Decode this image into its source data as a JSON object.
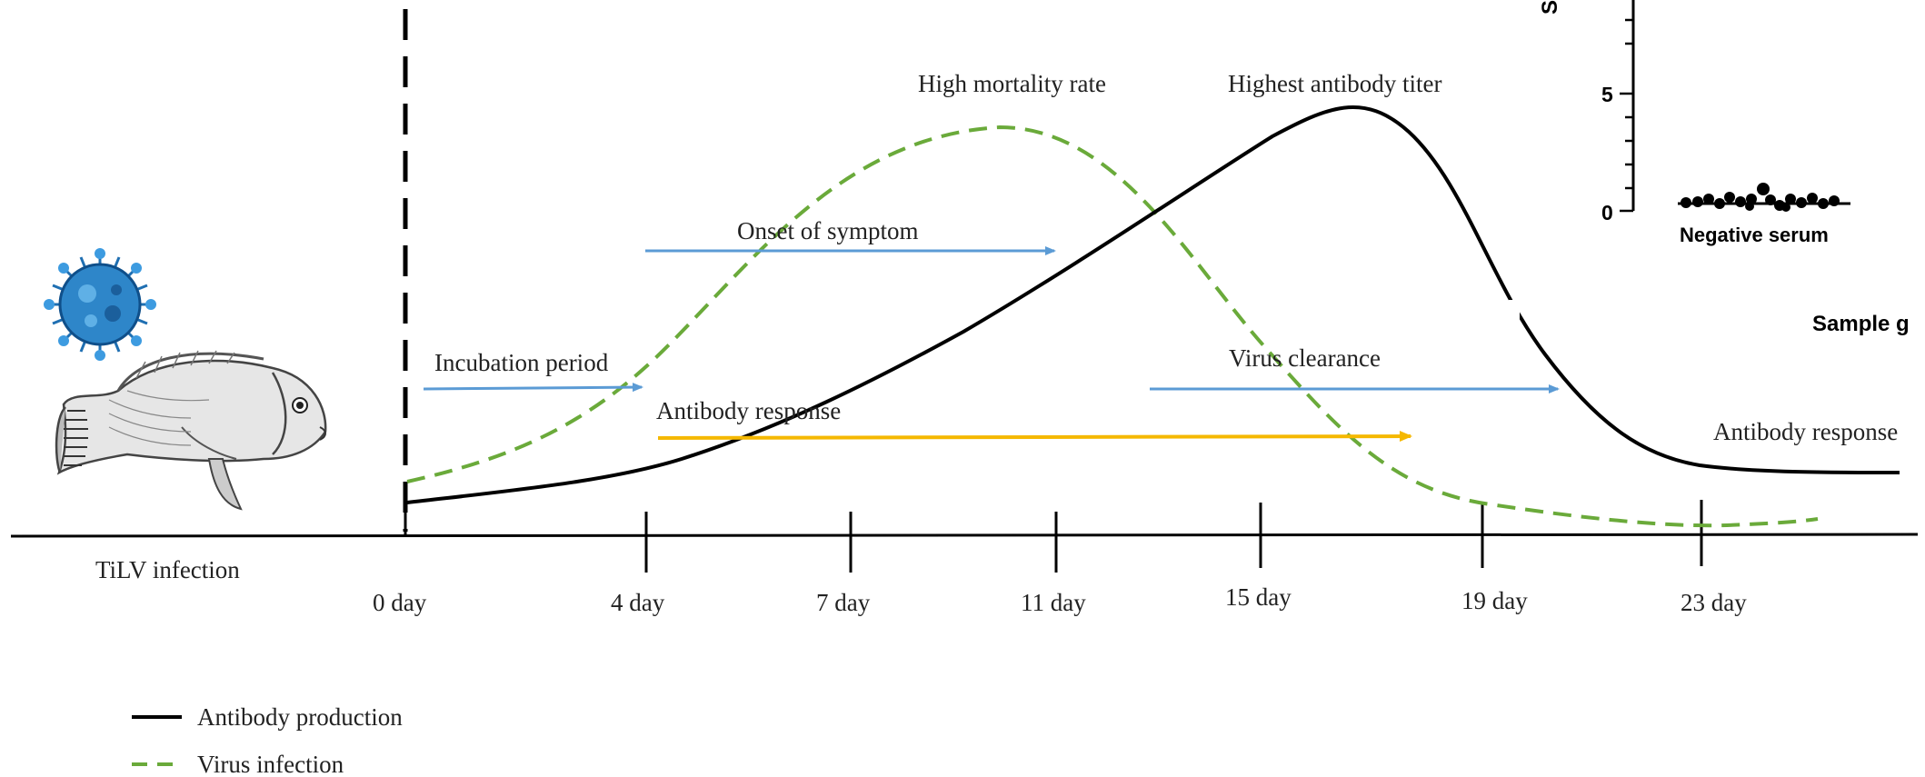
{
  "colors": {
    "antibody_curve": "#000000",
    "virus_curve": "#6aaa3a",
    "blue_arrow": "#5b9bd5",
    "yellow_arrow": "#f5b800",
    "virus_icon": "#1f6fb2"
  },
  "icons": [
    "virus-icon",
    "tilapia-fish-icon"
  ],
  "timeline": {
    "start_label": "TiLV infection",
    "days": [
      "0 day",
      "4 day",
      "7 day",
      "11 day",
      "15 day",
      "19 day",
      "23 day"
    ]
  },
  "annotations": {
    "high_mortality": "High mortality rate",
    "highest_titer": "Highest antibody titer",
    "onset_symptom": "Onset of symptom",
    "incubation": "Incubation period",
    "virus_clearance": "Virus clearance",
    "antibody_response_mid": "Antibody response",
    "antibody_response_right": "Antibody response"
  },
  "legend": {
    "antibody": "Antibody production",
    "virus": "Virus infection"
  },
  "inset": {
    "y_axis_label_fragment": "S",
    "y_ticks": [
      "5",
      "0"
    ],
    "category": "Negative serum",
    "x_axis_label_fragment": "Sample g"
  }
}
